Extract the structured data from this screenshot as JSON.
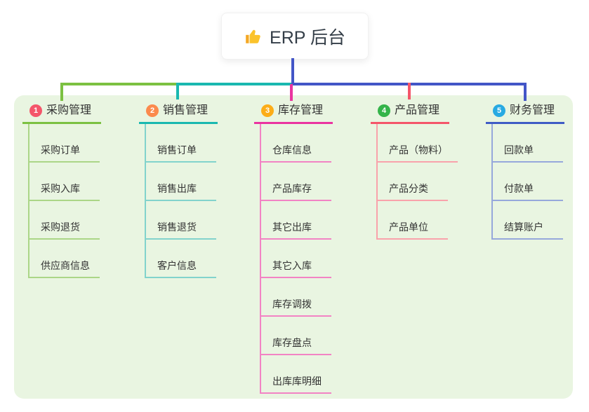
{
  "root": {
    "label": "ERP 后台",
    "icon": "thumbs-up-icon"
  },
  "colors": {
    "canvas_bg": "#ffffff",
    "panel_bg": "#e9f5e1",
    "connector_blue": "#4356c7",
    "text": "#333333"
  },
  "branches": [
    {
      "num": "1",
      "label": "采购管理",
      "badge_color": "#f4566a",
      "line_color": "#7cc142",
      "child_line_color": "#abd687",
      "children": [
        "采购订单",
        "采购入库",
        "采购退货",
        "供应商信息"
      ]
    },
    {
      "num": "2",
      "label": "销售管理",
      "badge_color": "#fb8a4d",
      "line_color": "#1ab8b0",
      "child_line_color": "#82d3cc",
      "children": [
        "销售订单",
        "销售出库",
        "销售退货",
        "客户信息"
      ]
    },
    {
      "num": "3",
      "label": "库存管理",
      "badge_color": "#fcad18",
      "line_color": "#ea34a0",
      "child_line_color": "#f283c4",
      "children": [
        "仓库信息",
        "产品库存",
        "其它出库",
        "其它入库",
        "库存调拨",
        "库存盘点",
        "出库库明细"
      ]
    },
    {
      "num": "4",
      "label": "产品管理",
      "badge_color": "#34b44a",
      "line_color": "#f4566a",
      "child_line_color": "#f9a2ab",
      "children": [
        "产品（物料）",
        "产品分类",
        "产品单位"
      ]
    },
    {
      "num": "5",
      "label": "财务管理",
      "badge_color": "#28aae2",
      "line_color": "#3f5cc5",
      "child_line_color": "#96a8db",
      "children": [
        "回款单",
        "付款单",
        "结算账户"
      ]
    }
  ]
}
